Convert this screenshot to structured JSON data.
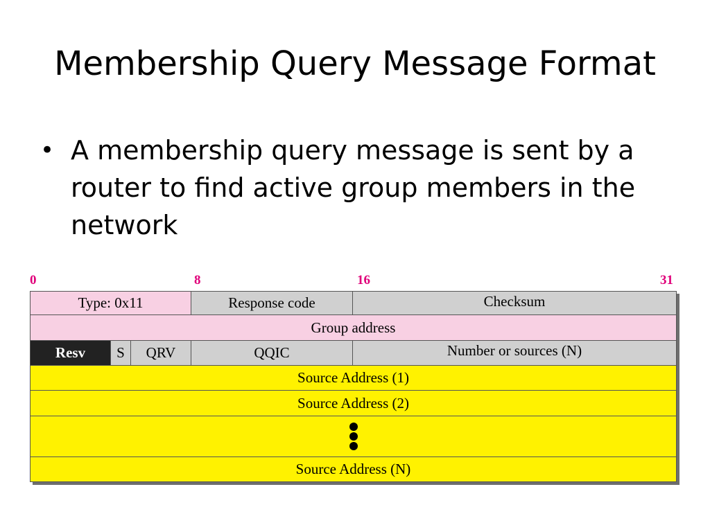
{
  "slide": {
    "title": "Membership Query Message Format",
    "bullet": "A membership query message is sent by a router to find active group members in the network"
  },
  "diagram": {
    "bit_labels": [
      "0",
      "8",
      "16",
      "31"
    ],
    "rows": {
      "row1": {
        "type": "Type: 0x11",
        "response_code": "Response code",
        "checksum": "Checksum"
      },
      "row2": {
        "group_address": "Group address"
      },
      "row3": {
        "resv": "Resv",
        "s": "S",
        "qrv": "QRV",
        "qqic": "QQIC",
        "num_sources": "Number or sources (N)"
      },
      "source_1": "Source Address (1)",
      "source_2": "Source Address (2)",
      "source_n": "Source Address (N)"
    },
    "colors": {
      "pink": "#f8d0e3",
      "gray": "#d0d0d0",
      "yellow": "#fff200",
      "black": "#222222",
      "bit_label": "#e0007a"
    }
  }
}
